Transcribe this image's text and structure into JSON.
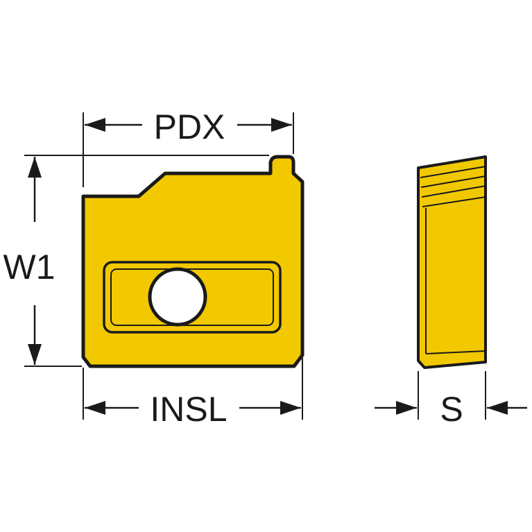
{
  "labels": {
    "pdx": "PDX",
    "w1": "W1",
    "insl": "INSL",
    "s": "S"
  },
  "colors": {
    "insert_fill": "#f2c800",
    "outline": "#1a1a1a",
    "dimension_line": "#1a1a1a",
    "hole_fill": "#ffffff"
  }
}
